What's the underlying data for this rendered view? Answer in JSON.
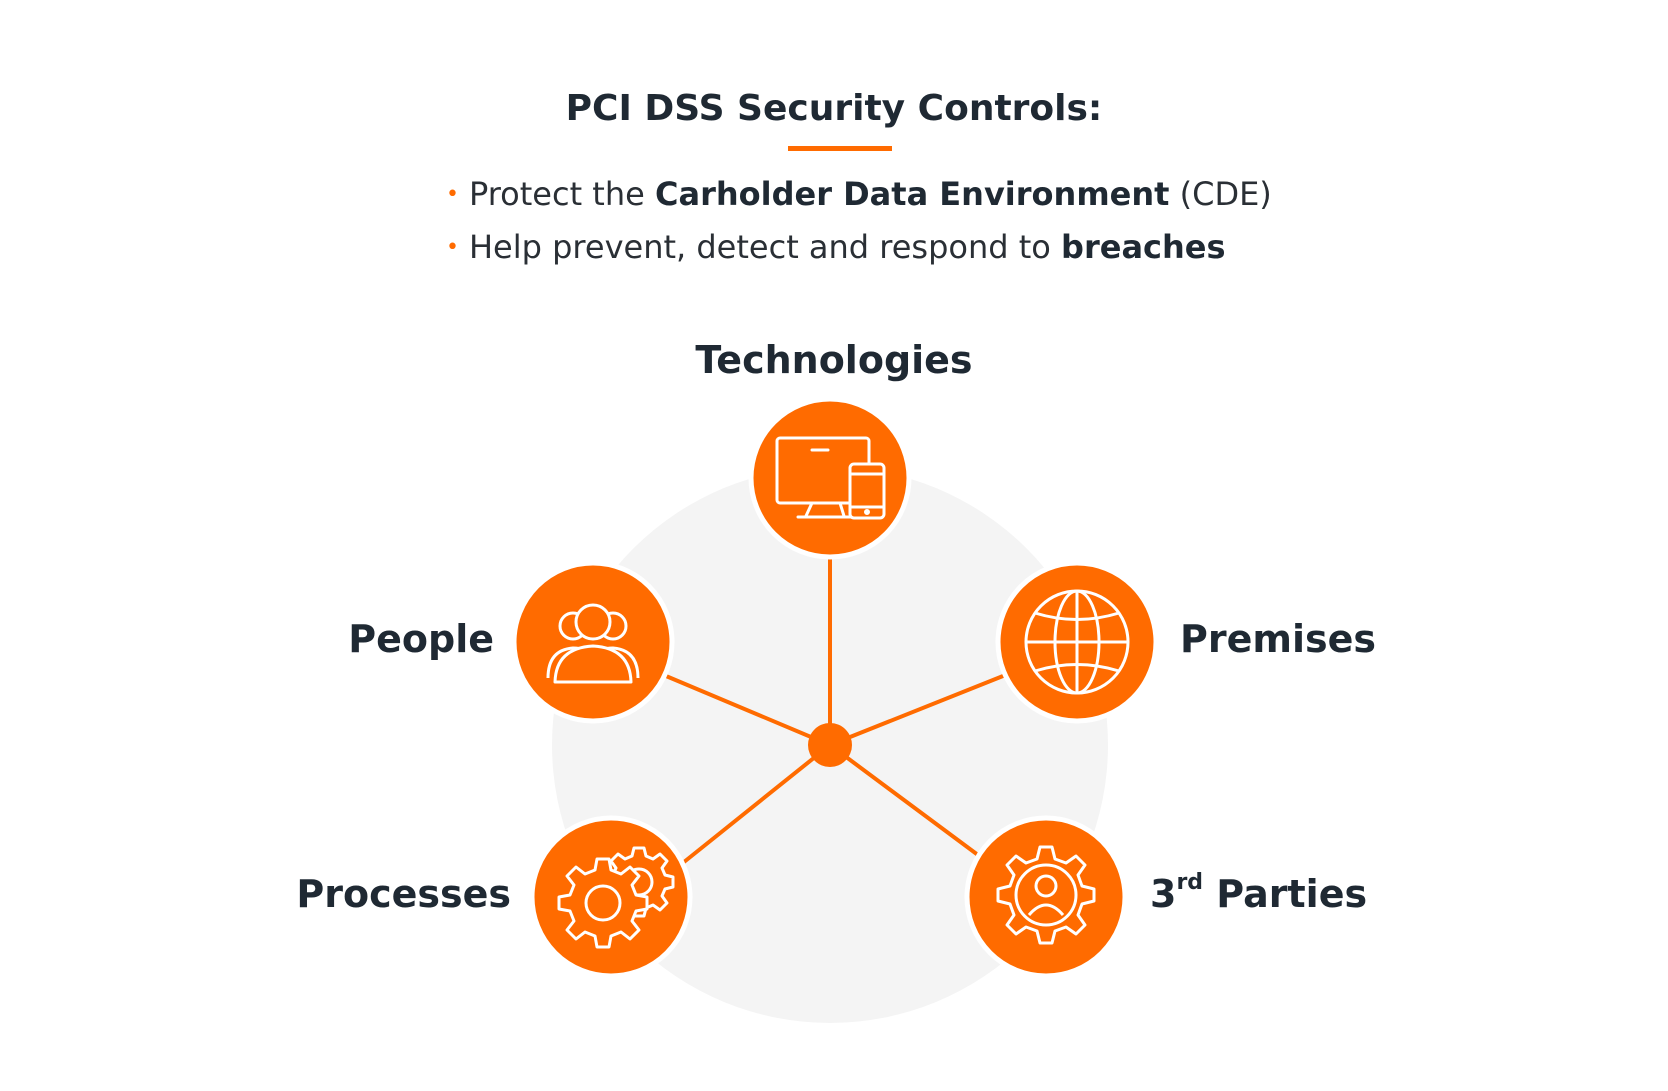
{
  "title": "PCI DSS Security Controls:",
  "bullets": [
    {
      "before": "Protect the ",
      "bold": "Carholder Data Environment",
      "after": " (CDE)"
    },
    {
      "before": "Help prevent, detect and respond to ",
      "bold": "breaches",
      "after": ""
    }
  ],
  "nodes": {
    "technologies": {
      "label": "Technologies",
      "icon": "devices-icon"
    },
    "premises": {
      "label": "Premises",
      "icon": "globe-icon"
    },
    "third_parties": {
      "label_number": "3",
      "label_sup": "rd",
      "label_rest": " Parties",
      "icon": "gear-person-icon"
    },
    "processes": {
      "label": "Processes",
      "icon": "gears-icon"
    },
    "people": {
      "label": "People",
      "icon": "group-icon"
    }
  },
  "colors": {
    "accent": "#FF6B00",
    "background_disc": "#F4F4F4",
    "text": "#1F2933"
  }
}
